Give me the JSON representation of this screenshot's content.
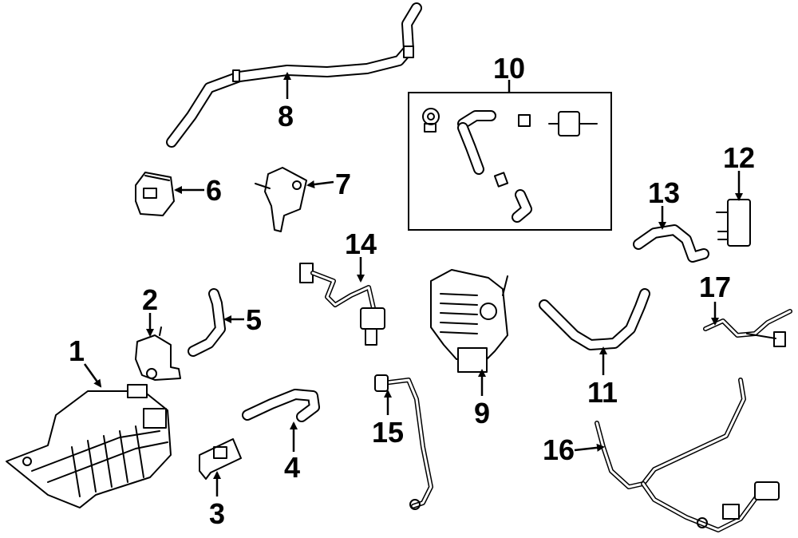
{
  "callouts": {
    "c1": "1",
    "c2": "2",
    "c3": "3",
    "c4": "4",
    "c5": "5",
    "c6": "6",
    "c7": "7",
    "c8": "8",
    "c9": "9",
    "c10": "10",
    "c11": "11",
    "c12": "12",
    "c13": "13",
    "c14": "14",
    "c15": "15",
    "c16": "16",
    "c17": "17"
  },
  "colors": {
    "ink": "#000000",
    "background": "#ffffff"
  }
}
